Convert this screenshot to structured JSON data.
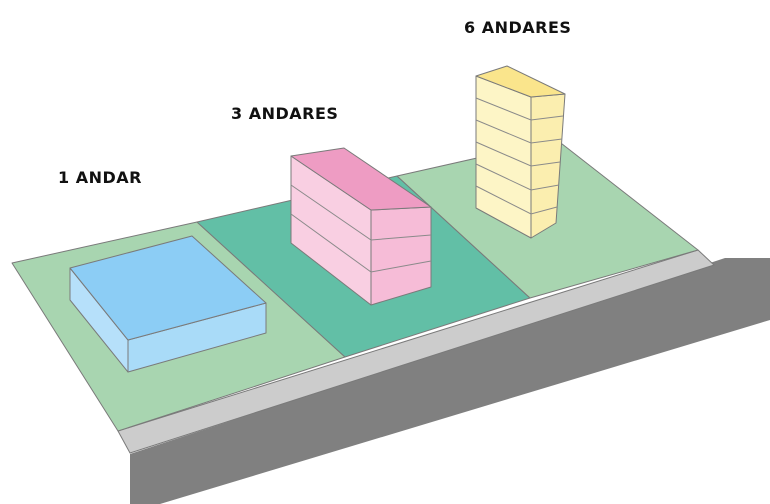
{
  "diagram": {
    "labels": {
      "one_floor": "1 ANDAR",
      "three_floors": "3 ANDARES",
      "six_floors": "6 ANDARES"
    },
    "buildings": [
      {
        "floors": 1,
        "color": "#8ccdf5"
      },
      {
        "floors": 3,
        "color": "#f2a8c9"
      },
      {
        "floors": 6,
        "color": "#fdf0a8"
      }
    ],
    "colors": {
      "lot_light": "#a8d5b0",
      "lot_dark": "#62bfa6",
      "sidewalk": "#cccccc",
      "road": "#808080"
    }
  }
}
